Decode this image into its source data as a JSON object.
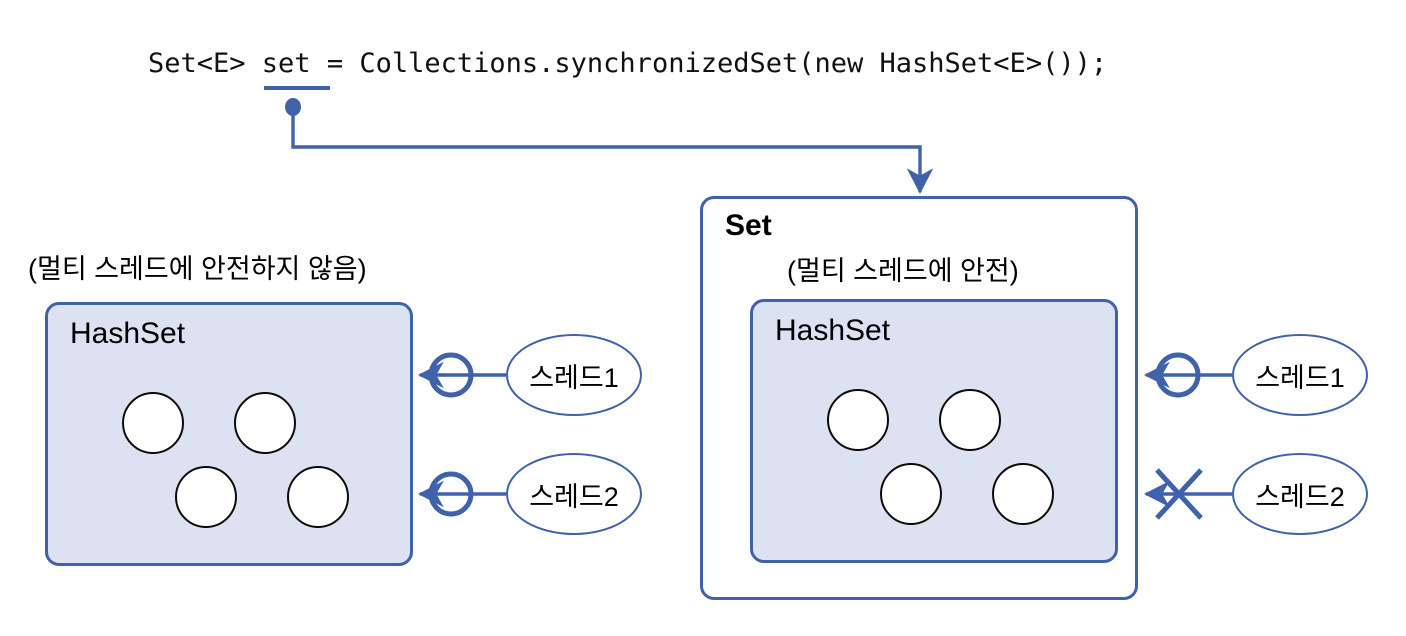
{
  "code": {
    "prefix": "Set<E> ",
    "variable": "set",
    "suffix": " = Collections.synchronizedSet(new HashSet<E>());",
    "full": "Set<E> set = Collections.synchronizedSet(new HashSet<E>());"
  },
  "colors": {
    "accent_blue": "#3f62ab",
    "box_fill": "#dde2f2",
    "white": "#ffffff",
    "black": "#000000"
  },
  "left_panel": {
    "caption": "(멀티 스레드에 안전하지 않음)",
    "box_title": "HashSet",
    "elements_count": 4,
    "threads": [
      {
        "label": "스레드1",
        "marker": "circle-allowed",
        "access": "allowed"
      },
      {
        "label": "스레드2",
        "marker": "circle-allowed",
        "access": "allowed"
      }
    ]
  },
  "right_panel": {
    "outer_title": "Set",
    "caption": "(멀티 스레드에 안전)",
    "box_title": "HashSet",
    "elements_count": 4,
    "threads": [
      {
        "label": "스레드1",
        "marker": "circle-allowed",
        "access": "allowed"
      },
      {
        "label": "스레드2",
        "marker": "cross-blocked",
        "access": "blocked"
      }
    ]
  }
}
